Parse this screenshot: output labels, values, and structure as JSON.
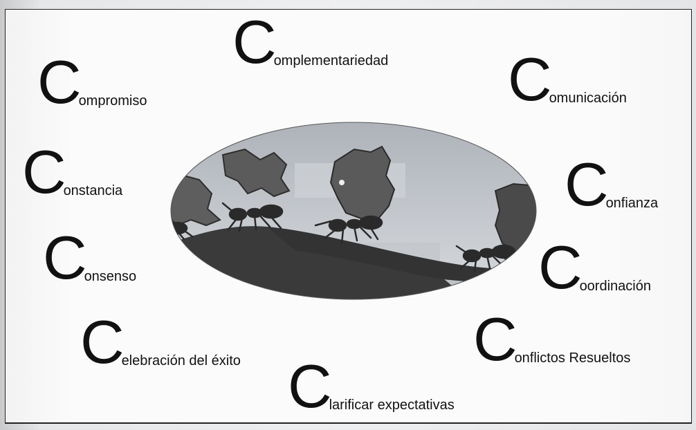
{
  "terms": [
    {
      "initial": "C",
      "rest": "omplementariedad"
    },
    {
      "initial": "C",
      "rest": "ompromiso"
    },
    {
      "initial": "C",
      "rest": "omunicación"
    },
    {
      "initial": "C",
      "rest": "onstancia"
    },
    {
      "initial": "C",
      "rest": "onfianza"
    },
    {
      "initial": "C",
      "rest": "onsenso"
    },
    {
      "initial": "C",
      "rest": "oordinación"
    },
    {
      "initial": "C",
      "rest": "elebración del éxito"
    },
    {
      "initial": "C",
      "rest": "onflictos Resueltos"
    },
    {
      "initial": "C",
      "rest": "larificar expectativas"
    }
  ],
  "image": {
    "subject": "leaf-cutter ants carrying leaves along a branch"
  },
  "colors": {
    "text": "#111111",
    "frame": "#222222",
    "branch": "#3a3a3a",
    "leaf": "#5e5e5e",
    "sky": "#b9bec4"
  }
}
